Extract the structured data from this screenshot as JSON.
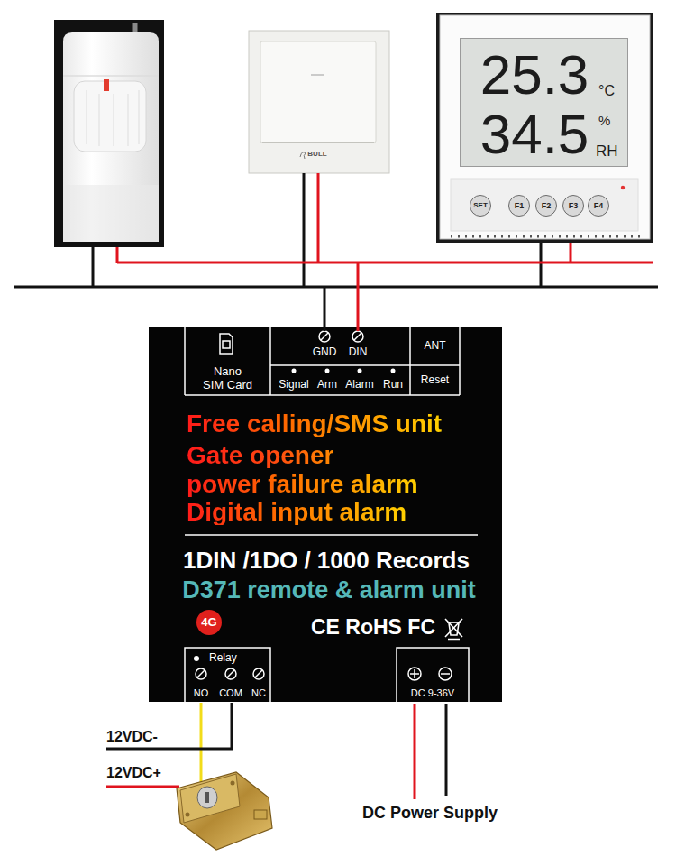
{
  "diagram": {
    "nodes": [
      {
        "text": [
          "25.3",
          "°C",
          "34.5",
          "%",
          "RH"
        ]
      },
      {
        "text": [
          "SET"
        ]
      },
      {
        "text": [
          "F1"
        ]
      },
      {
        "text": [
          "F2"
        ]
      },
      {
        "text": [
          "F3"
        ]
      },
      {
        "text": [
          "F4"
        ]
      },
      {
        "text": [
          "Free calling/SMS unit",
          "Gate opener",
          "power failure alarm",
          "Digital input alarm",
          "1DIN /1DO / 1000 Records",
          "D371 remote & alarm unit",
          "CE RoHS FC"
        ]
      },
      {
        "text": [
          "Nano SIM Card"
        ],
        "in": 6
      },
      {
        "text": [
          "GND",
          "DIN"
        ],
        "in": 6
      },
      {
        "text": [
          "Signal",
          "Arm",
          "Alarm",
          "Run"
        ],
        "in": 6
      },
      {
        "text": [
          "ANT"
        ],
        "in": 6
      },
      {
        "text": [
          "Reset"
        ],
        "in": 6
      },
      {
        "text": [
          "4G"
        ],
        "in": 6
      },
      {
        "text": [
          "Relay",
          "NO",
          "COM",
          "NC"
        ],
        "in": 6
      },
      {
        "text": [
          "DC 9-36V"
        ],
        "in": 6
      }
    ],
    "labels": [
      "BULL",
      "12VDC-",
      "12VDC+",
      "DC Power Supply"
    ]
  }
}
